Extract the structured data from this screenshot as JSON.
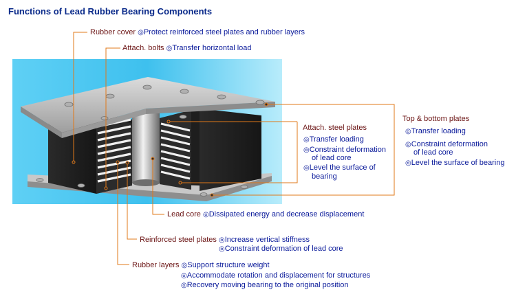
{
  "title": "Functions of Lead Rubber Bearing Components",
  "marker": "◎",
  "components": {
    "rubber_cover": {
      "name": "Rubber cover",
      "functions": [
        "Protect reinforced steel plates and rubber layers"
      ]
    },
    "attach_bolts": {
      "name": "Attach. bolts",
      "functions": [
        "Transfer horizontal load"
      ]
    },
    "top_bottom_plates": {
      "name": "Top & bottom plates",
      "functions": [
        "Transfer loading",
        "Constraint deformation",
        "of lead core",
        "Level the surface of bearing"
      ]
    },
    "attach_steel_plates": {
      "name": "Attach. steel plates",
      "functions": [
        "Transfer loading",
        "Constraint deformation",
        "of lead core",
        "Level the surface of",
        "bearing"
      ]
    },
    "lead_core": {
      "name": "Lead core",
      "functions": [
        "Dissipated energy and decrease displacement"
      ]
    },
    "reinforced_steel_plates": {
      "name": "Reinforced steel plates",
      "functions": [
        "Increase vertical stiffness",
        "Constraint deformation of lead core"
      ]
    },
    "rubber_layers": {
      "name": "Rubber layers",
      "functions": [
        "Support structure weight",
        "Accommodate rotation and displacement for structures",
        "Recovery moving bearing to the original position"
      ]
    }
  },
  "colors": {
    "leader_line": "#e07818",
    "title": "#0a2a8a",
    "name_text": "#6b1414",
    "function_text": "#0a1a9a",
    "background_panel": "#49c8f0"
  }
}
